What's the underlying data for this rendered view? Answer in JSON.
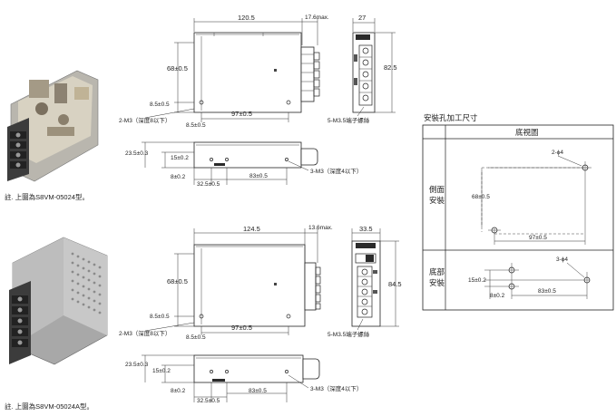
{
  "top": {
    "caption": "註. 上圖為S8VM-05024型。",
    "dims": {
      "width": "120.5",
      "max": "17.6max.",
      "depth": "27",
      "height": "82.5",
      "h68": "68±0.5",
      "h85": "8.5±0.5",
      "m3a": "2-M3（深度8以下）",
      "b97": "97±0.5",
      "b8": "8.5±0.5",
      "terminal": "5-M3.5端子螺絲",
      "s23": "23.5±0.3",
      "s15": "15±0.2",
      "s8": "8±0.2",
      "m3b": "3-M3（深度4以下）",
      "s325": "32.5±0.5",
      "s83": "83±0.5"
    }
  },
  "bottom": {
    "caption": "註. 上圖為S8VM-05024A型。",
    "dims": {
      "width": "124.5",
      "max": "13.6max.",
      "depth": "33.5",
      "height": "84.5",
      "h68": "68±0.5",
      "h85": "8.5±0.5",
      "m3a": "2-M3（深度8以下）",
      "b97": "97±0.5",
      "b8": "8.5±0.5",
      "terminal": "5-M3.5端子螺絲",
      "s23": "23.5±0.3",
      "s15": "15±0.2",
      "s8": "8±0.2",
      "m3b": "3-M3（深度4以下）",
      "s325": "32.5±0.5",
      "s83": "83±0.5"
    }
  },
  "mounting": {
    "title": "安裝孔加工尺寸",
    "header": "底視圖",
    "side_label": "側面\n安裝",
    "bottom_label": "底部\n安裝",
    "side_holes": "2-ϕ4",
    "side_h": "68±0.5",
    "side_w": "97±0.5",
    "bottom_holes": "3-ϕ4",
    "bottom_15": "15±0.2",
    "bottom_8": "8±0.2",
    "bottom_83": "83±0.5"
  }
}
